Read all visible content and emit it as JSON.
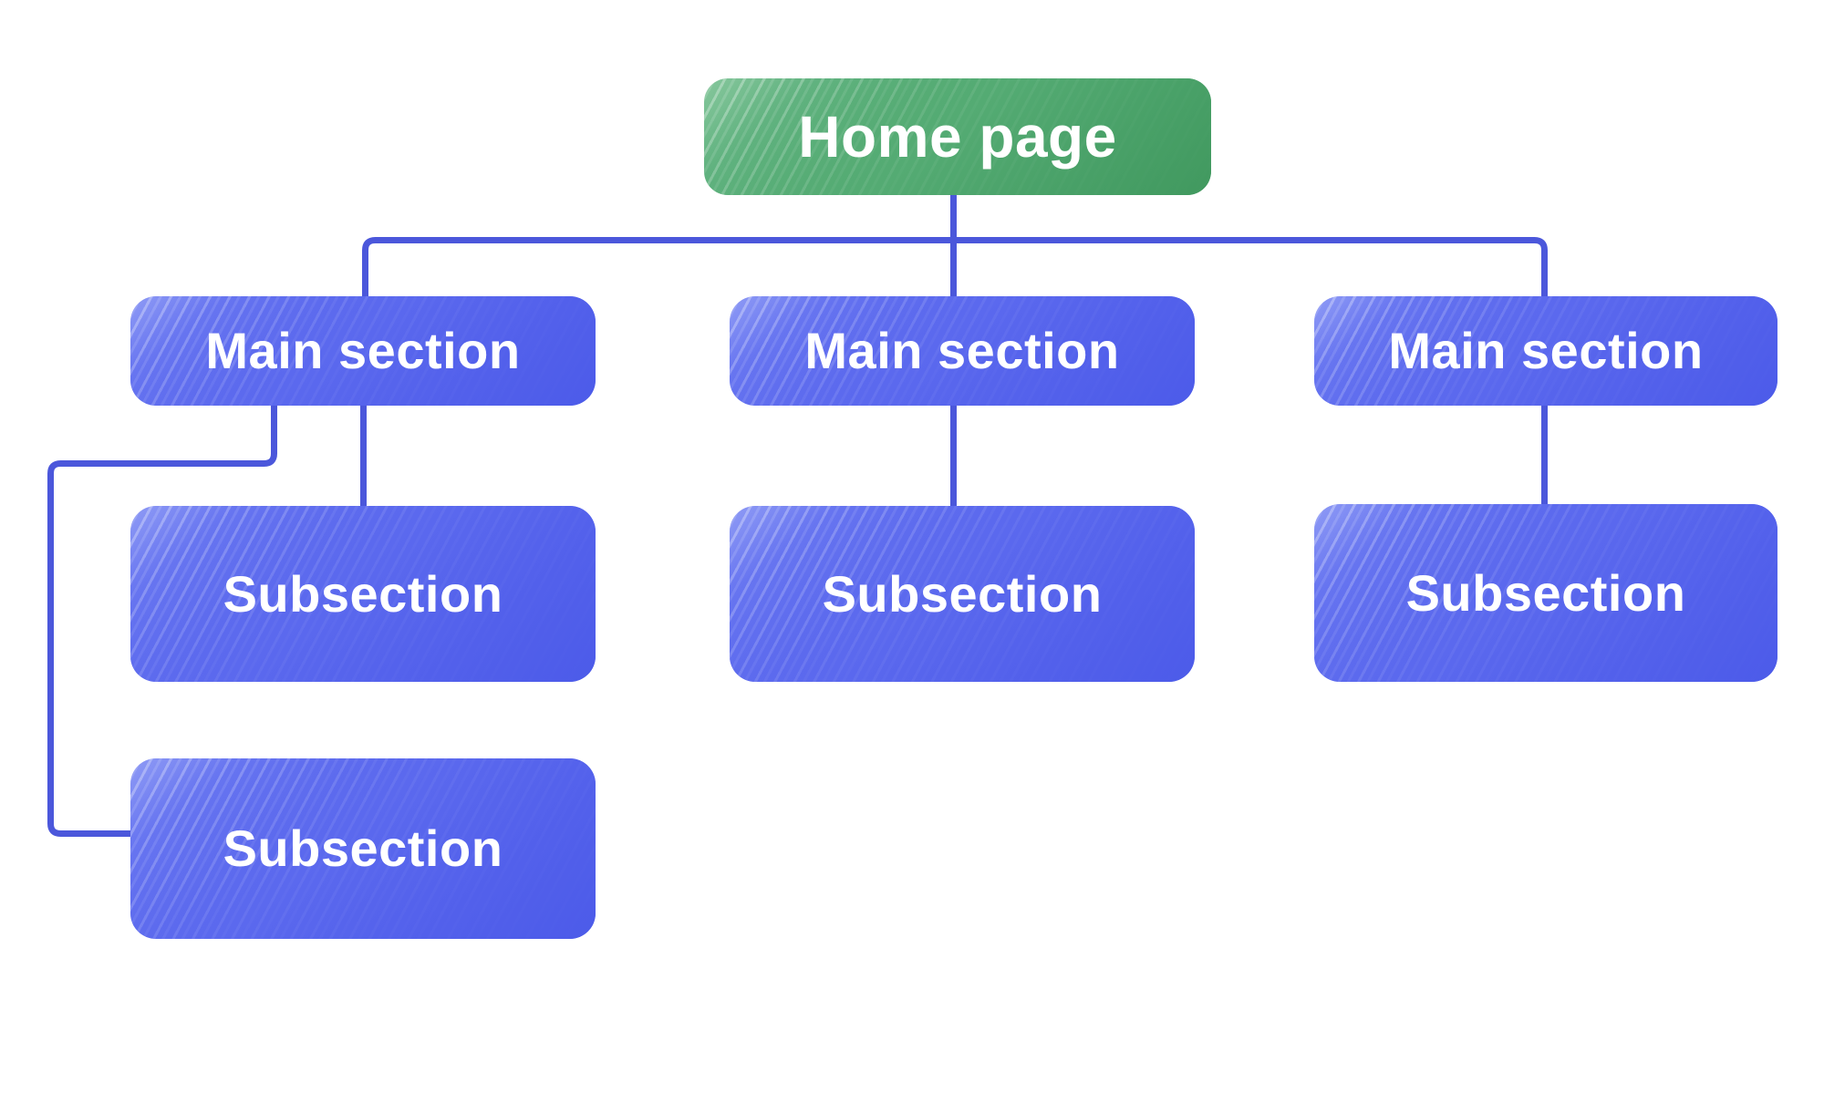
{
  "diagram": {
    "type": "sitemap-tree",
    "nodes": {
      "home": {
        "label": "Home page",
        "level": "root"
      },
      "main1": {
        "label": "Main section",
        "level": "main"
      },
      "main2": {
        "label": "Main section",
        "level": "main"
      },
      "main3": {
        "label": "Main section",
        "level": "main"
      },
      "sub1": {
        "label": "Subsection",
        "level": "sub",
        "parent": "main1"
      },
      "sub1b": {
        "label": "Subsection",
        "level": "sub",
        "parent": "main1"
      },
      "sub2": {
        "label": "Subsection",
        "level": "sub",
        "parent": "main2"
      },
      "sub3": {
        "label": "Subsection",
        "level": "sub",
        "parent": "main3"
      }
    },
    "colors": {
      "root_node_green": "#54ab73",
      "node_blue": "#5b69ee",
      "connector_indigo": "#4b57db",
      "label_text": "#ffffff",
      "background": "#ffffff"
    }
  }
}
